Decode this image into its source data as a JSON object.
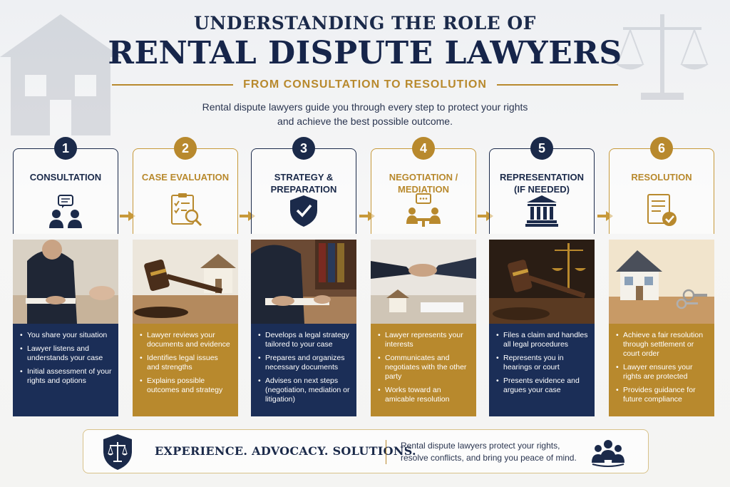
{
  "header": {
    "title_top": "UNDERSTANDING THE ROLE OF",
    "title_main": "RENTAL DISPUTE LAWYERS",
    "subtitle": "FROM CONSULTATION TO RESOLUTION",
    "intro_line1": "Rental dispute lawyers guide you through every step to protect your rights",
    "intro_line2": "and achieve the best possible outcome."
  },
  "colors": {
    "navy": "#1b2a4a",
    "gold": "#b8892d"
  },
  "steps": [
    {
      "number": "1",
      "title_line1": "CONSULTATION",
      "title_line2": "",
      "icon": "consultation-people-chat-icon",
      "photo": "lawyer-taking-notes-photo",
      "bullets": [
        "You share your situation",
        "Lawyer listens and understands your case",
        "Initial assessment of your rights and options"
      ]
    },
    {
      "number": "2",
      "title_line1": "CASE EVALUATION",
      "title_line2": "",
      "icon": "checklist-magnifier-icon",
      "photo": "gavel-and-house-photo",
      "bullets": [
        "Lawyer reviews your documents and evidence",
        "Identifies legal issues and strengths",
        "Explains possible outcomes and strategy"
      ]
    },
    {
      "number": "3",
      "title_line1": "STRATEGY &",
      "title_line2": "PREPARATION",
      "icon": "shield-check-icon",
      "photo": "lawyer-writing-documents-photo",
      "bullets": [
        "Develops a legal strategy tailored to your case",
        "Prepares and organizes necessary documents",
        "Advises on next steps (negotiation, mediation or litigation)"
      ]
    },
    {
      "number": "4",
      "title_line1": "NEGOTIATION /",
      "title_line2": "MEDIATION",
      "icon": "meeting-table-icon",
      "photo": "handshake-photo",
      "bullets": [
        "Lawyer represents your interests",
        "Communicates and negotiates with the other party",
        "Works toward an amicable resolution"
      ]
    },
    {
      "number": "5",
      "title_line1": "REPRESENTATION",
      "title_line2": "(IF NEEDED)",
      "icon": "courthouse-icon",
      "photo": "gavel-and-scales-photo",
      "bullets": [
        "Files a claim and handles all legal procedures",
        "Represents you in hearings or court",
        "Presents evidence and argues your case"
      ]
    },
    {
      "number": "6",
      "title_line1": "RESOLUTION",
      "title_line2": "",
      "icon": "document-check-icon",
      "photo": "house-and-keys-photo",
      "bullets": [
        "Achieve a fair resolution through settlement or court order",
        "Lawyer ensures your rights are protected",
        "Provides guidance for future compliance"
      ]
    }
  ],
  "footer": {
    "tagline": "EXPERIENCE. ADVOCACY. SOLUTIONS.",
    "text_line1": "Rental dispute lawyers protect your rights,",
    "text_line2": "resolve conflicts, and bring you peace of mind.",
    "left_icon": "scales-shield-icon",
    "right_icon": "people-group-icon"
  }
}
